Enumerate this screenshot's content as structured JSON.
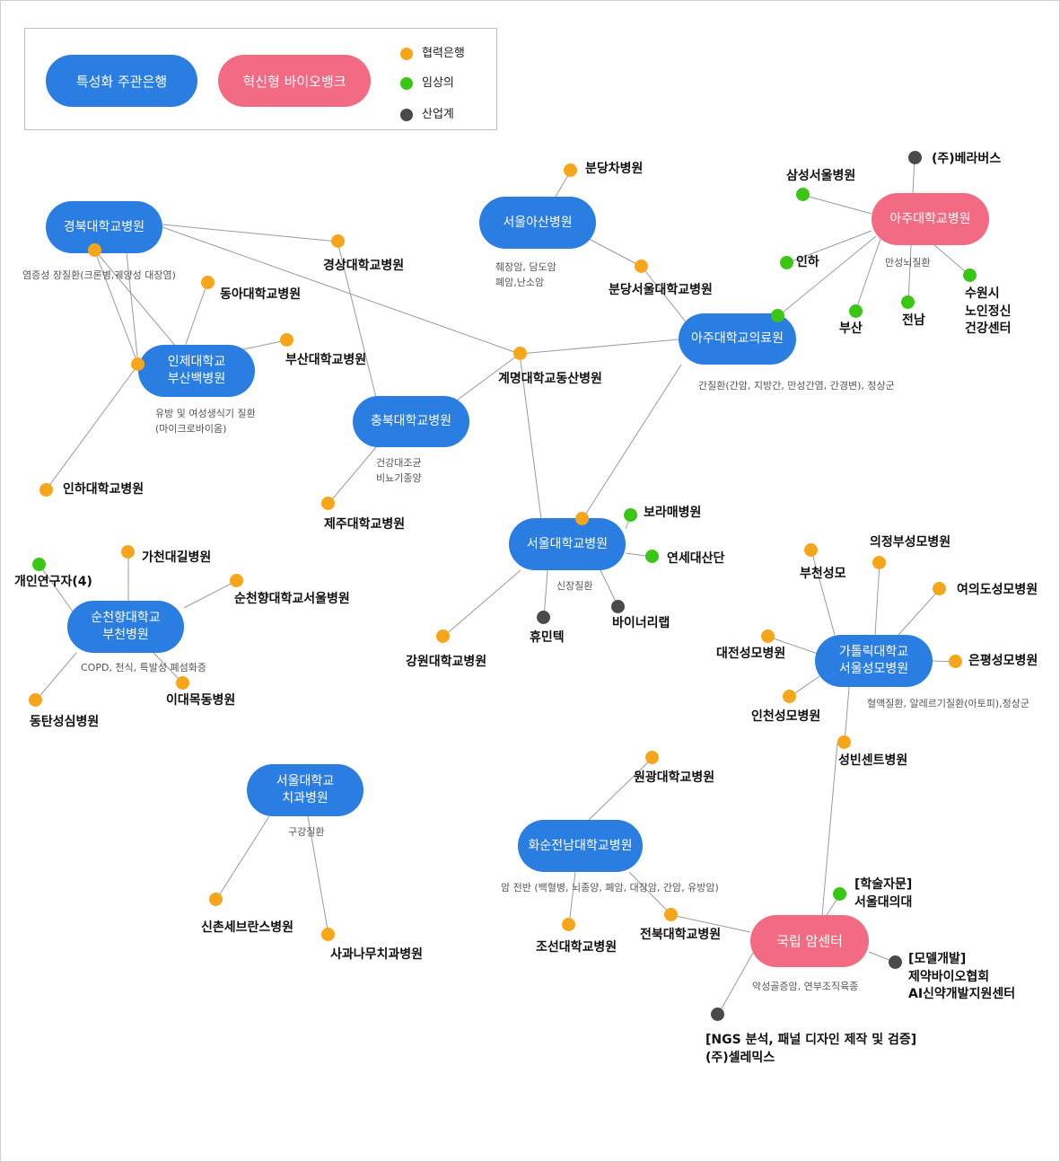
{
  "legend": {
    "hub_label": "특성화 주관은행",
    "bio_label": "혁신형 바이오뱅크",
    "coop_label": "협력은행",
    "clinic_label": "임상의",
    "industry_label": "산업계"
  },
  "colors": {
    "hub": "#2a7de1",
    "bio": "#f26b83",
    "coop": "#f7a61b",
    "clinic": "#3ac614",
    "industry": "#4a4a4a",
    "edge": "#9a9a9a"
  },
  "hubs": {
    "kyungpook": "경북대학교병원",
    "inje": "인제대학교\n부산백병원",
    "chungbuk": "충북대학교병원",
    "asan": "서울아산병원",
    "ajou_med": "아주대학교의료원",
    "ajou_bio": "아주대학교병원",
    "snuh": "서울대학교병원",
    "soonchunhyang": "순천향대학교\n부천병원",
    "catholic": "가톨릭대학교\n서울성모병원",
    "snu_dental": "서울대학교\n치과병원",
    "chonnam": "화순전남대학교병원",
    "ncc": "국립 암센터"
  },
  "notes": {
    "kyungpook": "염증성 장질환(크론병,궤양성 대장염)",
    "inje": "유방 및 여성생식기 질환\n(마이크로바이옴)",
    "chungbuk": "건강대조균\n비뇨기종양",
    "asan": "췌장암, 담도암\n폐암,난소암",
    "ajou_med": "간질환(간암, 지방간, 만성간염, 간경변), 정상군",
    "ajou_bio": "만성뇌질환",
    "snuh": "신장질환",
    "soonchunhyang": "COPD, 천식, 특발성 폐섬화증",
    "catholic": "혈액질환, 알레르기질환(아토피),정상군",
    "snu_dental": "구강질환",
    "chonnam": "암 전반 (백혈병, 뇌종양, 폐암, 대장암, 간암, 유방암)",
    "ncc": "악성골증암, 연부조직육종"
  },
  "nodes": {
    "gyeongsang": "경상대학교병원",
    "donga": "동아대학교병원",
    "busan": "부산대학교병원",
    "inha_hosp": "인하대학교병원",
    "jeju": "제주대학교병원",
    "keimyung": "계명대학교동산병원",
    "bundang_cha": "분당차병원",
    "bundang_snu": "분당서울대학교병원",
    "samsung": "삼성서울병원",
    "bellabus": "(주)베라버스",
    "inha": "인하",
    "busan2": "부산",
    "jeonnam": "전남",
    "suwon": "수원시\n노인정신\n건강센터",
    "boramae": "보라매병원",
    "yonsei": "연세대산단",
    "humintech": "휴민텍",
    "binary": "바이너리랩",
    "kangwon": "강원대학교병원",
    "personal": "개인연구자(4)",
    "gachon": "가천대길병원",
    "sch_seoul": "순천향대학교서울병원",
    "ewha": "이대목동병원",
    "dongtan": "동탄성심병원",
    "bucheon": "부천성모",
    "uijeongbu": "의정부성모병원",
    "yeouido": "여의도성모병원",
    "daejeon": "대전성모병원",
    "eunpyeong": "은평성모병원",
    "incheon": "인천성모병원",
    "stvincent": "성빈센트병원",
    "wonkwang": "원광대학교병원",
    "chosun": "조선대학교병원",
    "chonbuk": "전북대학교병원",
    "severance": "신촌세브란스병원",
    "apple": "사과나무치과병원",
    "advisor": "[학술자문]\n서울대의대",
    "model": "[모델개발]\n제약바이오협회\nAI신약개발지원센터",
    "celemics": "[NGS 분석, 패널 디자인 제작 및 검증]\n(주)셀레믹스"
  }
}
